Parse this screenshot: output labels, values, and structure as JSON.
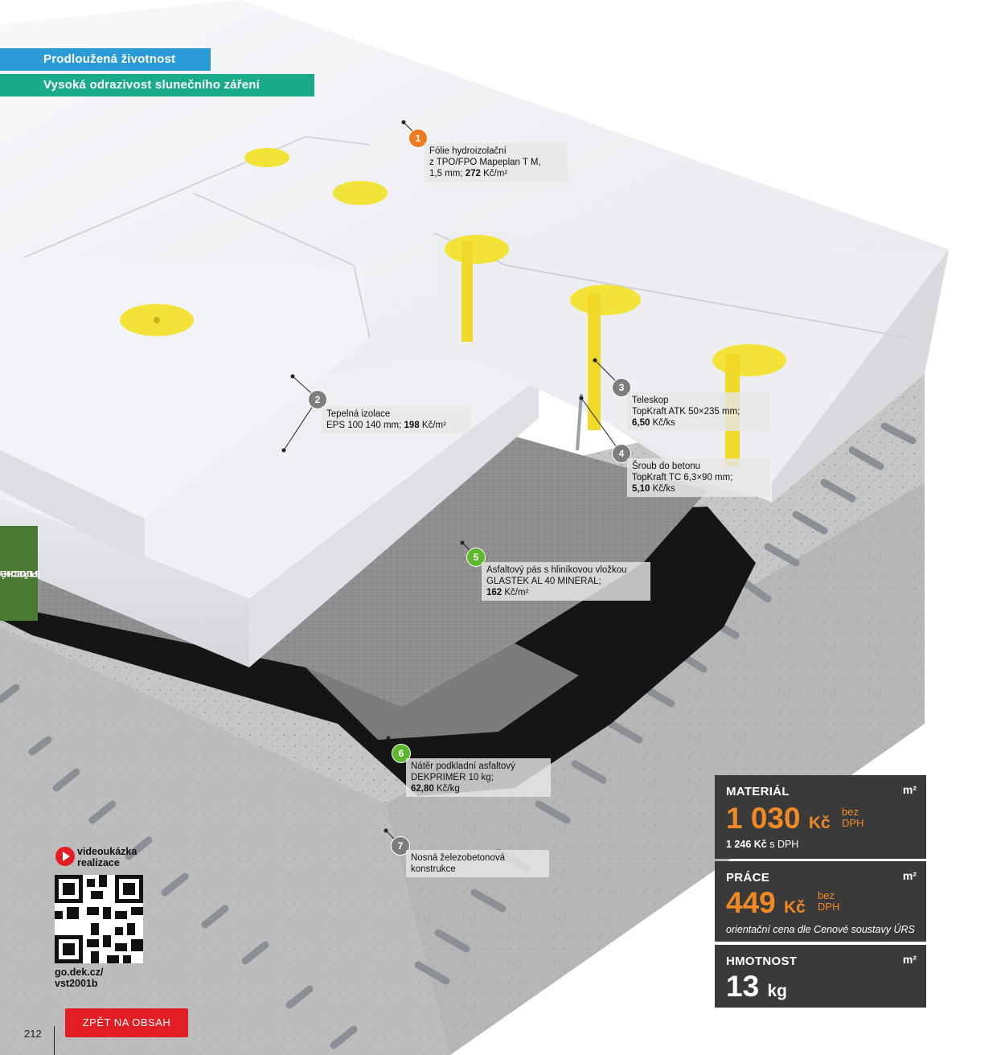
{
  "banners": [
    {
      "text": "Prodloužená životnost",
      "color": "#2a9bd6"
    },
    {
      "text": "Vysoká odrazivost slunečního záření",
      "color": "#1aab8a"
    }
  ],
  "side_tab": {
    "line1": "PLOCHÉ",
    "line2": "STŘECHY",
    "color": "#4a7a34"
  },
  "layers": [
    {
      "number": "1",
      "color": "#f07b1e",
      "l1": "Fólie hydroizolační",
      "l2": "z TPO/FPO Mapeplan T M,",
      "l3a": "1,5 mm;",
      "l3b": "272",
      "l3c": "Kč/m²"
    },
    {
      "number": "2",
      "color": "#7d7d7d",
      "l1": "Tepelná izolace",
      "l2a": "EPS 100 140 mm;",
      "l2b": "198",
      "l2c": "Kč/m²"
    },
    {
      "number": "3",
      "color": "#7d7d7d",
      "l1": "Teleskop",
      "l2": "TopKraft ATK 50×235 mm;",
      "l3a": "6,50",
      "l3b": "Kč/ks"
    },
    {
      "number": "4",
      "color": "#7d7d7d",
      "l1": "Šroub do betonu",
      "l2": "TopKraft TC 6,3×90 mm;",
      "l3a": "5,10",
      "l3b": "Kč/ks"
    },
    {
      "number": "5",
      "color": "#5cb82e",
      "l1": "Asfaltový pás s hliníkovou vložkou",
      "l2": "GLASTEK AL 40 MINERAL;",
      "l3a": "162",
      "l3b": "Kč/m²"
    },
    {
      "number": "6",
      "color": "#5cb82e",
      "l1": "Nátěr podkladní asfaltový",
      "l2": "DEKPRIMER 10 kg;",
      "l3a": "62,80",
      "l3b": "Kč/kg"
    },
    {
      "number": "7",
      "color": "#7d7d7d",
      "l1": "Nosná železobetonová",
      "l2": "konstrukce"
    }
  ],
  "pricing": {
    "material": {
      "title": "MATERIÁL",
      "unit": "m²",
      "value": "1 030",
      "currency": "Kč",
      "vat1": "bez",
      "vat2": "DPH",
      "with_vat_value": "1 246 Kč",
      "with_vat_label": "s DPH"
    },
    "work": {
      "title": "PRÁCE",
      "unit": "m²",
      "value": "449",
      "currency": "Kč",
      "vat1": "bez",
      "vat2": "DPH",
      "note": "orientační cena dle Cenové soustavy ÚRS"
    },
    "weight": {
      "title": "HMOTNOST",
      "unit": "m²",
      "value": "13",
      "unit_value": "kg"
    },
    "accent": "#f08a24",
    "panel_color": "#3a3a3a"
  },
  "video": {
    "line1": "videoukázka",
    "line2": "realizace",
    "link1": "go.dek.cz/",
    "link2": "vst2001b"
  },
  "back_button": "ZPĚT NA OBSAH",
  "page_number": "212"
}
